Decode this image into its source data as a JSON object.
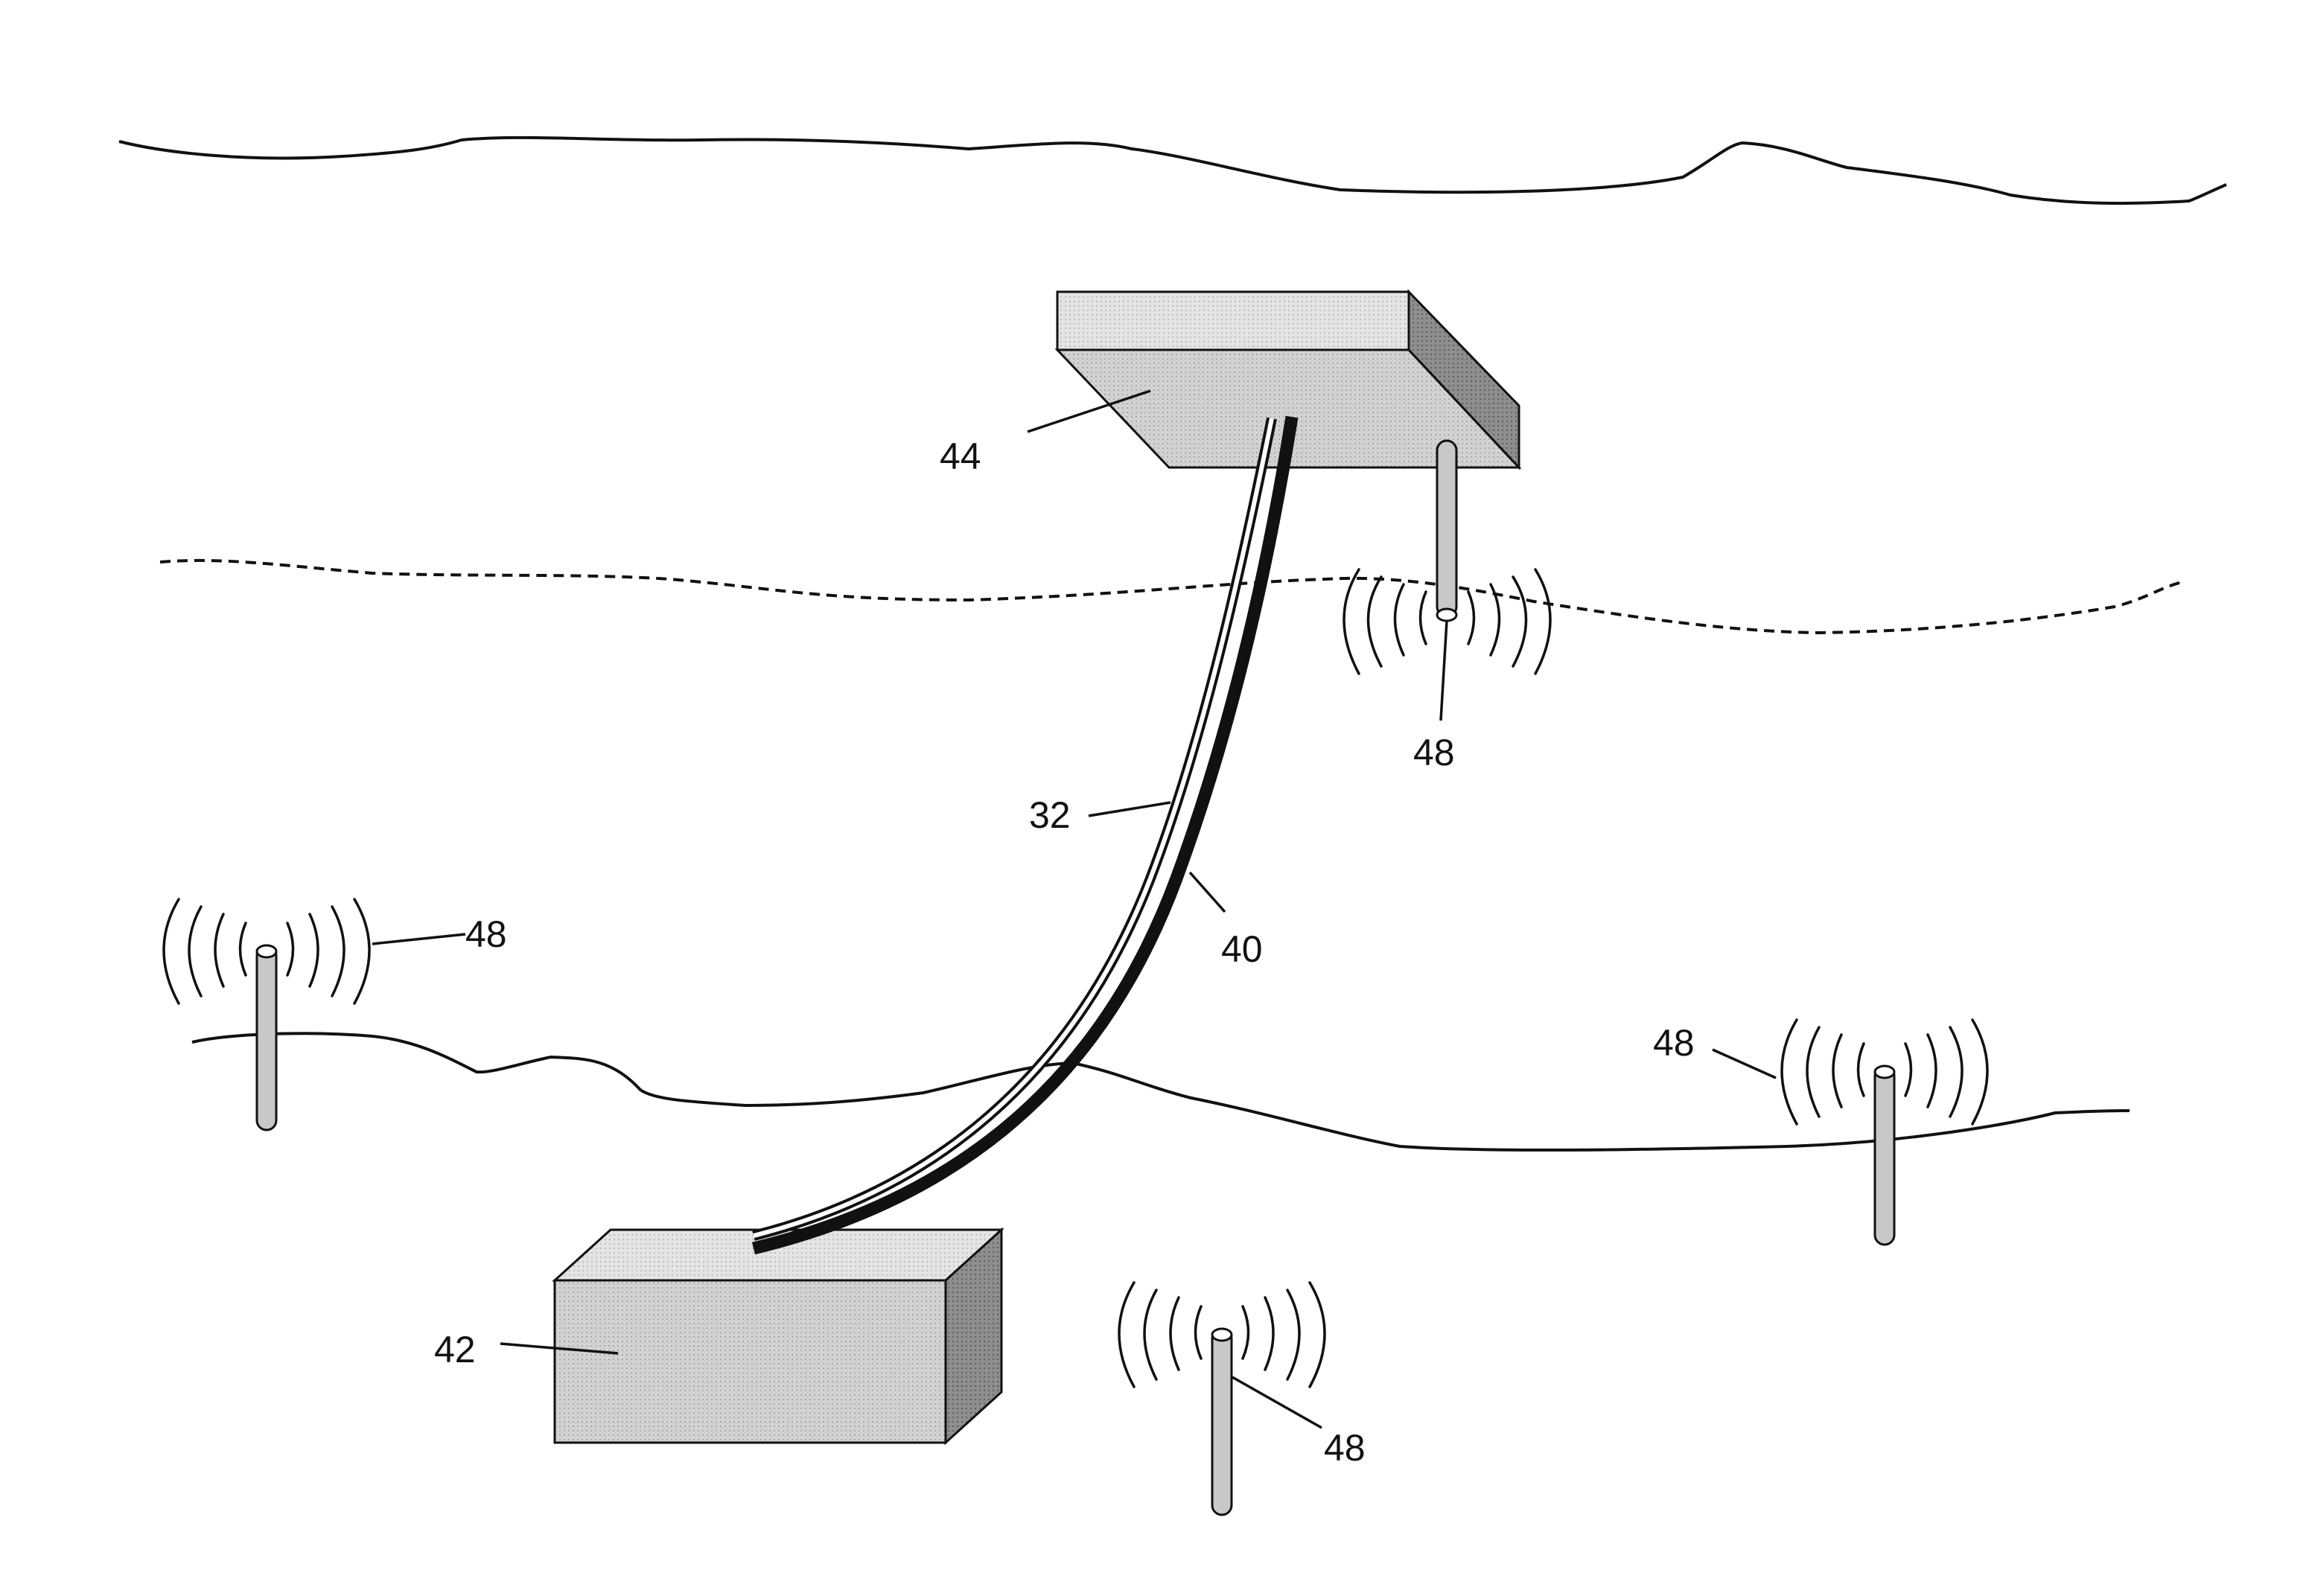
{
  "labels": {
    "platform": "44",
    "subsea_unit": "42",
    "riser": "32",
    "cable": "40",
    "antenna_platform": "48",
    "antenna_left": "48",
    "antenna_right": "48",
    "antenna_bottom": "48"
  },
  "colors": {
    "stroke": "#111111",
    "box_face": "#d0d0d0",
    "box_top": "#e2e2e2",
    "box_side": "#8c8c8c",
    "antenna": "#c8c8c8",
    "cable": "#111111"
  }
}
